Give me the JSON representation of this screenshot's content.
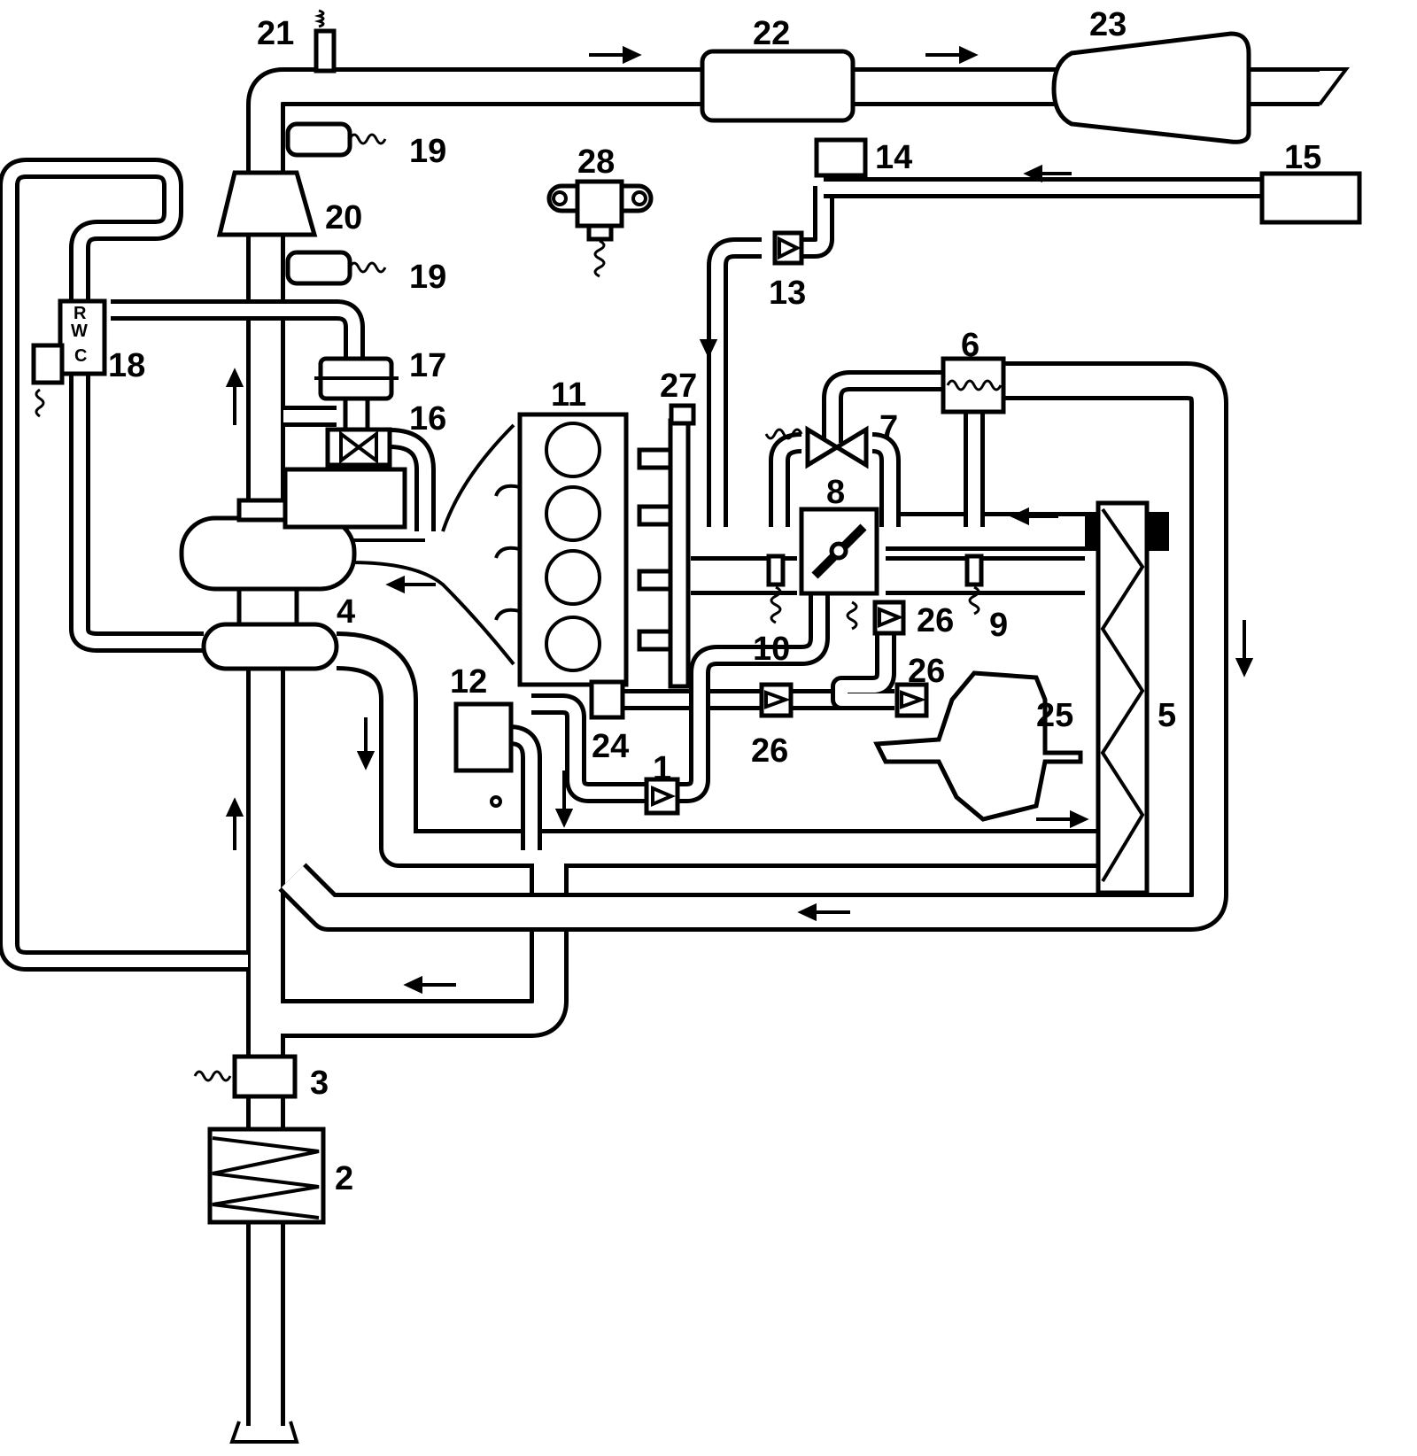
{
  "callouts": [
    {
      "id": "c1",
      "text": "1"
    },
    {
      "id": "c2",
      "text": "2"
    },
    {
      "id": "c3",
      "text": "3"
    },
    {
      "id": "c4",
      "text": "4"
    },
    {
      "id": "c5",
      "text": "5"
    },
    {
      "id": "c6",
      "text": "6"
    },
    {
      "id": "c7",
      "text": "7"
    },
    {
      "id": "c8",
      "text": "8"
    },
    {
      "id": "c9",
      "text": "9"
    },
    {
      "id": "c10",
      "text": "10"
    },
    {
      "id": "c11",
      "text": "11"
    },
    {
      "id": "c12",
      "text": "12"
    },
    {
      "id": "c13",
      "text": "13"
    },
    {
      "id": "c14",
      "text": "14"
    },
    {
      "id": "c15",
      "text": "15"
    },
    {
      "id": "c16",
      "text": "16"
    },
    {
      "id": "c17",
      "text": "17"
    },
    {
      "id": "c18",
      "text": "18"
    },
    {
      "id": "c19a",
      "text": "19"
    },
    {
      "id": "c19b",
      "text": "19"
    },
    {
      "id": "c20",
      "text": "20"
    },
    {
      "id": "c21",
      "text": "21"
    },
    {
      "id": "c22",
      "text": "22"
    },
    {
      "id": "c23",
      "text": "23"
    },
    {
      "id": "c24",
      "text": "24"
    },
    {
      "id": "c25",
      "text": "25"
    },
    {
      "id": "c26a",
      "text": "26"
    },
    {
      "id": "c26b",
      "text": "26"
    },
    {
      "id": "c26c",
      "text": "26"
    },
    {
      "id": "c27",
      "text": "27"
    },
    {
      "id": "c28",
      "text": "28"
    }
  ],
  "valve18": {
    "r": "R",
    "w": "W",
    "c": "C"
  },
  "colors": {
    "line": "#000000",
    "background": "#ffffff"
  }
}
